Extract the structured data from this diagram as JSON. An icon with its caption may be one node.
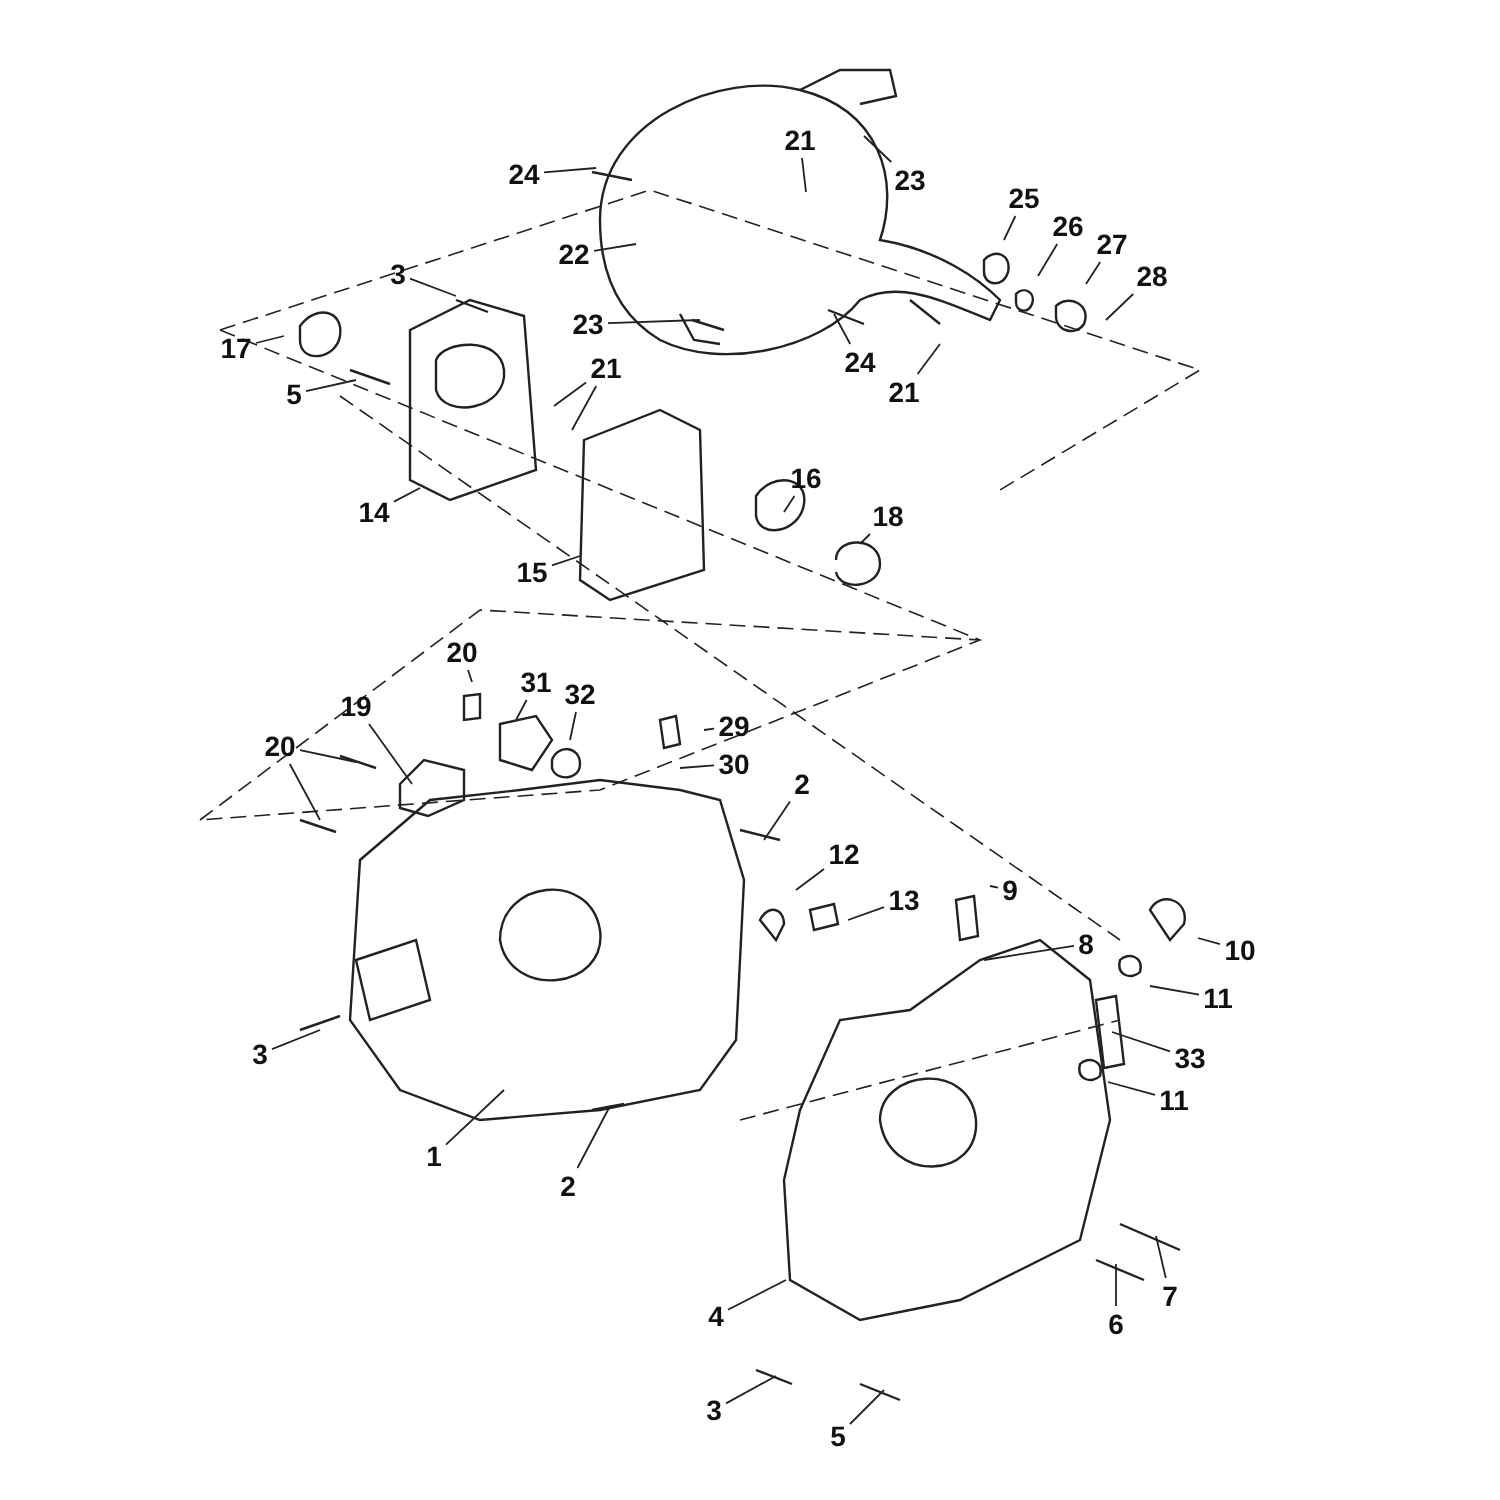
{
  "diagram": {
    "nodes": [
      {
        "text": [
          "21"
        ]
      },
      {
        "text": [
          "24"
        ]
      },
      {
        "text": [
          "23"
        ]
      },
      {
        "text": [
          "25"
        ]
      },
      {
        "text": [
          "26"
        ]
      },
      {
        "text": [
          "27"
        ]
      },
      {
        "text": [
          "22"
        ]
      },
      {
        "text": [
          "3"
        ]
      },
      {
        "text": [
          "28"
        ]
      },
      {
        "text": [
          "23"
        ]
      },
      {
        "text": [
          "17"
        ]
      },
      {
        "text": [
          "24"
        ]
      },
      {
        "text": [
          "21"
        ]
      },
      {
        "text": [
          "21"
        ]
      },
      {
        "text": [
          "5"
        ]
      },
      {
        "text": [
          "16"
        ]
      },
      {
        "text": [
          "14"
        ]
      },
      {
        "text": [
          "18"
        ]
      },
      {
        "text": [
          "15"
        ]
      },
      {
        "text": [
          "20"
        ]
      },
      {
        "text": [
          "31"
        ]
      },
      {
        "text": [
          "32"
        ]
      },
      {
        "text": [
          "19"
        ]
      },
      {
        "text": [
          "29"
        ]
      },
      {
        "text": [
          "20"
        ]
      },
      {
        "text": [
          "30"
        ]
      },
      {
        "text": [
          "2"
        ]
      },
      {
        "text": [
          "12"
        ]
      },
      {
        "text": [
          "9"
        ]
      },
      {
        "text": [
          "13"
        ]
      },
      {
        "text": [
          "8"
        ]
      },
      {
        "text": [
          "10"
        ]
      },
      {
        "text": [
          "11"
        ]
      },
      {
        "text": [
          "3"
        ]
      },
      {
        "text": [
          "33"
        ]
      },
      {
        "text": [
          "11"
        ]
      },
      {
        "text": [
          "1"
        ]
      },
      {
        "text": [
          "2"
        ]
      },
      {
        "text": [
          "7"
        ]
      },
      {
        "text": [
          "4"
        ]
      },
      {
        "text": [
          "6"
        ]
      },
      {
        "text": [
          "3"
        ]
      },
      {
        "text": [
          "5"
        ]
      }
    ],
    "edges": [
      {
        "from": 0,
        "to": null,
        "arrow": "none"
      },
      {
        "from": 1,
        "to": null,
        "arrow": "none"
      },
      {
        "from": 2,
        "to": null,
        "arrow": "none"
      },
      {
        "from": 3,
        "to": null,
        "arrow": "none"
      },
      {
        "from": 4,
        "to": null,
        "arrow": "none"
      },
      {
        "from": 5,
        "to": null,
        "arrow": "none"
      },
      {
        "from": 6,
        "to": null,
        "arrow": "none"
      },
      {
        "from": 7,
        "to": null,
        "arrow": "none"
      },
      {
        "from": 8,
        "to": null,
        "arrow": "none"
      },
      {
        "from": 9,
        "to": null,
        "arrow": "none"
      },
      {
        "from": 10,
        "to": null,
        "arrow": "none"
      },
      {
        "from": 11,
        "to": null,
        "arrow": "none"
      },
      {
        "from": 12,
        "to": null,
        "arrow": "none"
      },
      {
        "from": 12,
        "to": null,
        "arrow": "none"
      },
      {
        "from": 13,
        "to": null,
        "arrow": "none"
      },
      {
        "from": 14,
        "to": null,
        "arrow": "none"
      },
      {
        "from": 15,
        "to": null,
        "arrow": "none"
      },
      {
        "from": 16,
        "to": null,
        "arrow": "none"
      },
      {
        "from": 17,
        "to": null,
        "arrow": "none"
      },
      {
        "from": 18,
        "to": null,
        "arrow": "none"
      },
      {
        "from": 19,
        "to": null,
        "arrow": "none"
      },
      {
        "from": 20,
        "to": null,
        "arrow": "none"
      },
      {
        "from": 21,
        "to": null,
        "arrow": "none"
      },
      {
        "from": 22,
        "to": null,
        "arrow": "none"
      },
      {
        "from": 23,
        "to": null,
        "arrow": "none"
      },
      {
        "from": 24,
        "to": null,
        "arrow": "none"
      },
      {
        "from": 24,
        "to": null,
        "arrow": "none"
      },
      {
        "from": 25,
        "to": null,
        "arrow": "none"
      },
      {
        "from": 26,
        "to": null,
        "arrow": "none"
      },
      {
        "from": 27,
        "to": null,
        "arrow": "none"
      },
      {
        "from": 28,
        "to": null,
        "arrow": "none"
      },
      {
        "from": 29,
        "to": null,
        "arrow": "none"
      },
      {
        "from": 30,
        "to": null,
        "arrow": "none"
      },
      {
        "from": 31,
        "to": null,
        "arrow": "none"
      },
      {
        "from": 32,
        "to": null,
        "arrow": "none"
      },
      {
        "from": 33,
        "to": null,
        "arrow": "none"
      },
      {
        "from": 34,
        "to": null,
        "arrow": "none"
      },
      {
        "from": 35,
        "to": null,
        "arrow": "none"
      },
      {
        "from": 36,
        "to": null,
        "arrow": "none"
      },
      {
        "from": 37,
        "to": null,
        "arrow": "none"
      },
      {
        "from": 38,
        "to": null,
        "arrow": "none"
      },
      {
        "from": 39,
        "to": null,
        "arrow": "none"
      },
      {
        "from": 40,
        "to": null,
        "arrow": "none"
      },
      {
        "from": 41,
        "to": null,
        "arrow": "none"
      },
      {
        "from": 42,
        "to": null,
        "arrow": "none"
      }
    ]
  }
}
